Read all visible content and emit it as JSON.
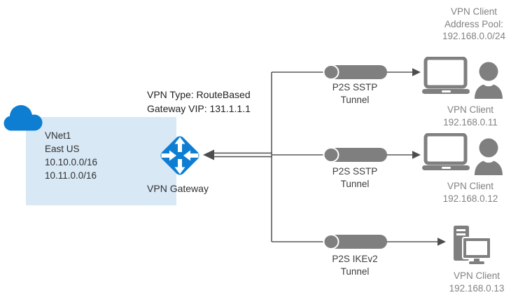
{
  "address_pool": {
    "line1": "VPN Client",
    "line2": "Address Pool:",
    "line3": "192.168.0.0/24"
  },
  "vnet": {
    "name": "VNet1",
    "region": "East US",
    "prefix1": "10.10.0.0/16",
    "prefix2": "10.11.0.0/16"
  },
  "gateway": {
    "vpn_type": "VPN Type: RouteBased",
    "vip": "Gateway VIP: 131.1.1.1",
    "label": "VPN Gateway"
  },
  "tunnels": [
    {
      "name": "P2S SSTP",
      "suffix": "Tunnel"
    },
    {
      "name": "P2S SSTP",
      "suffix": "Tunnel"
    },
    {
      "name": "P2S IKEv2",
      "suffix": "Tunnel"
    }
  ],
  "clients": [
    {
      "label": "VPN Client",
      "ip": "192.168.0.11",
      "device": "laptop-user"
    },
    {
      "label": "VPN Client",
      "ip": "192.168.0.12",
      "device": "laptop-user"
    },
    {
      "label": "VPN Client",
      "ip": "192.168.0.13",
      "device": "desktop-pc"
    }
  ],
  "colors": {
    "azure_blue": "#0e7ed3",
    "vnet_fill": "#d8e8f5",
    "device_gray": "#7f7f7f",
    "line_gray": "#595959",
    "text_dark": "#2f2f2f",
    "text_gray": "#828282"
  }
}
